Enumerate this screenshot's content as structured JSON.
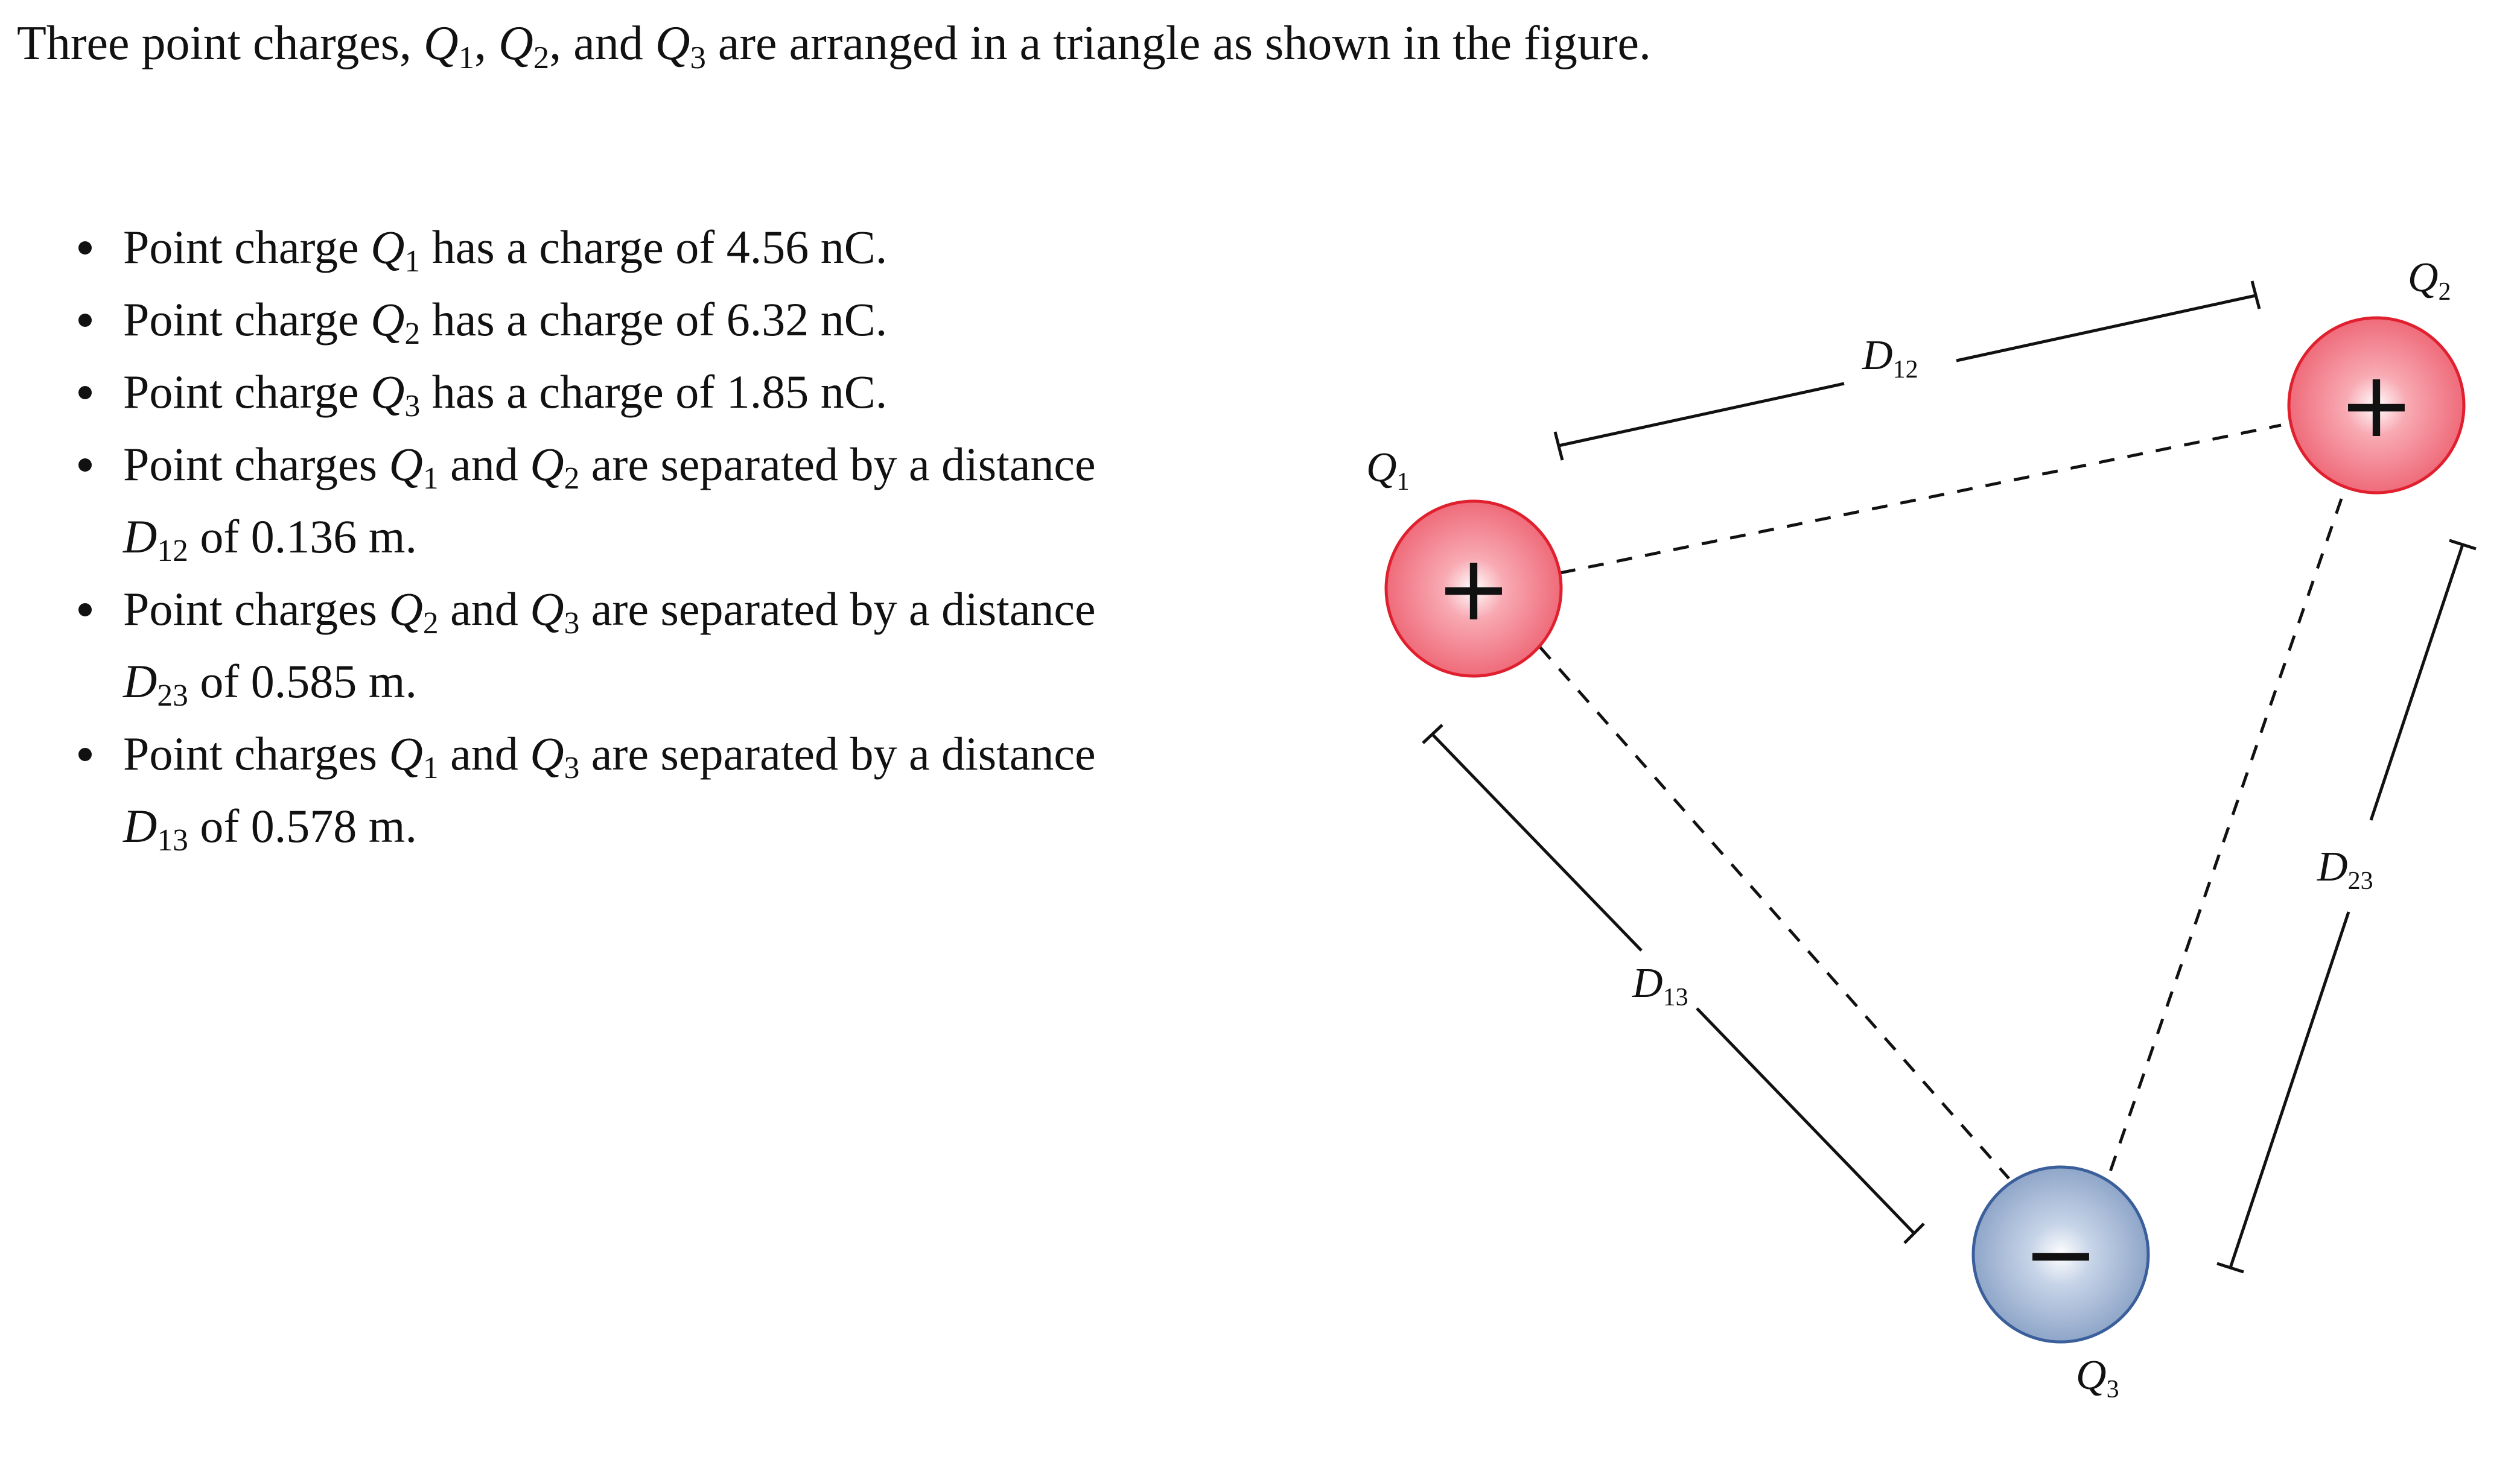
{
  "intro": {
    "before": "Three point charges, ",
    "q1": "Q",
    "q1_sub": "1",
    "sep1": ", ",
    "q2": "Q",
    "q2_sub": "2",
    "sep2": ", and ",
    "q3": "Q",
    "q3_sub": "3",
    "after": " are arranged in a triangle as shown in the figure."
  },
  "items": [
    {
      "pre": "Point charge ",
      "sym": "Q",
      "sub": "1",
      "text": " has a charge of 4.56 nC."
    },
    {
      "pre": "Point charge ",
      "sym": "Q",
      "sub": "2",
      "text": " has a charge of 6.32 nC."
    },
    {
      "pre": "Point charge ",
      "sym": "Q",
      "sub": "3",
      "text": " has a charge of 1.85 nC."
    },
    {
      "pre": "Point charges ",
      "a_sym": "Q",
      "a_sub": "1",
      "mid": " and ",
      "b_sym": "Q",
      "b_sub": "2",
      "text": " are separated by a distance",
      "dist_sym": "D",
      "dist_sub": "12",
      "dist_text": " of 0.136 m."
    },
    {
      "pre": "Point charges ",
      "a_sym": "Q",
      "a_sub": "2",
      "mid": " and ",
      "b_sym": "Q",
      "b_sub": "3",
      "text": " are separated by a distance",
      "dist_sym": "D",
      "dist_sub": "23",
      "dist_text": " of 0.585 m."
    },
    {
      "pre": "Point charges ",
      "a_sym": "Q",
      "a_sub": "1",
      "mid": " and ",
      "b_sym": "Q",
      "b_sub": "3",
      "text": " are separated by a distance",
      "dist_sym": "D",
      "dist_sub": "13",
      "dist_text": " of 0.578 m."
    }
  ],
  "figure": {
    "charges": {
      "q1": {
        "label": "Q",
        "sub": "1",
        "sign": "+"
      },
      "q2": {
        "label": "Q",
        "sub": "2",
        "sign": "+"
      },
      "q3": {
        "label": "Q",
        "sub": "3",
        "sign": "−"
      }
    },
    "distances": {
      "d12": {
        "label": "D",
        "sub": "12"
      },
      "d23": {
        "label": "D",
        "sub": "23"
      },
      "d13": {
        "label": "D",
        "sub": "13"
      }
    },
    "colors": {
      "positive_fill": "#ef6b7a",
      "positive_edge": "#e0202e",
      "negative_fill": "#8fa6c9",
      "negative_edge": "#3a5f9a",
      "line": "#111111"
    }
  }
}
